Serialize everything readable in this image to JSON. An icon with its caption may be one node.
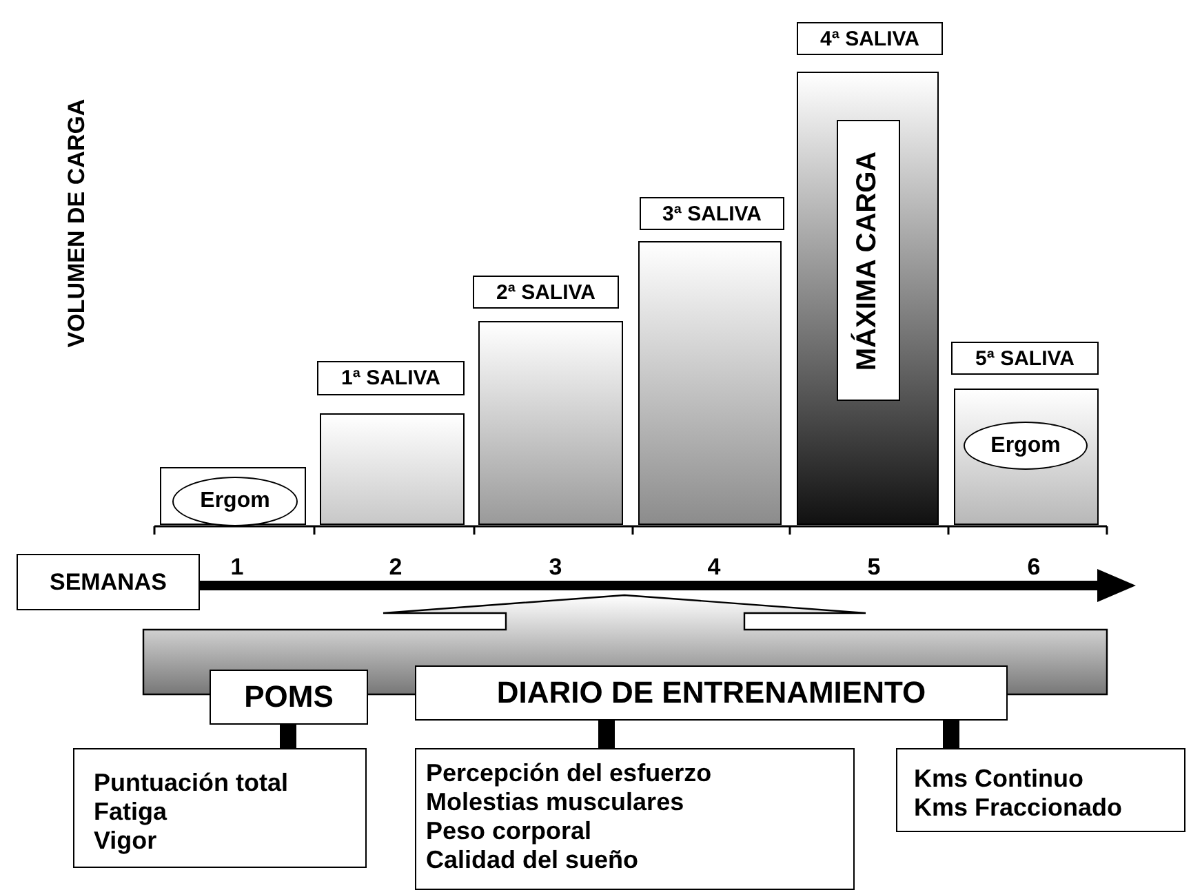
{
  "diagram": {
    "nodes": [
      {
        "text": [],
        "shape": "bar"
      },
      {
        "text": [
          "Ergom"
        ],
        "in": 0
      },
      {
        "text": [
          "1ª SALIVA"
        ]
      },
      {
        "text": [],
        "shape": "bar"
      },
      {
        "text": [
          "2ª SALIVA"
        ]
      },
      {
        "text": [],
        "shape": "bar"
      },
      {
        "text": [
          "3ª SALIVA"
        ]
      },
      {
        "text": [],
        "shape": "bar"
      },
      {
        "text": [
          "4ª SALIVA"
        ]
      },
      {
        "text": [],
        "shape": "bar"
      },
      {
        "text": [
          "MÁXIMA CARGA"
        ],
        "in": 9
      },
      {
        "text": [
          "5ª SALIVA"
        ]
      },
      {
        "text": [],
        "shape": "bar"
      },
      {
        "text": [
          "Ergom"
        ],
        "in": 12
      },
      {
        "text": [
          "SEMANAS"
        ]
      },
      {
        "text": [],
        "shape": "box"
      },
      {
        "text": [
          "POMS"
        ]
      },
      {
        "text": [
          "DIARIO DE ENTRENAMIENTO"
        ]
      },
      {
        "text": [
          "Puntuación total",
          "Fatiga",
          "Vigor"
        ]
      },
      {
        "text": [
          "Percepción del esfuerzo",
          "Molestias musculares",
          "Peso corporal",
          "Calidad del sueño"
        ]
      },
      {
        "text": [
          "Kms Continuo",
          "Kms Fraccionado"
        ]
      }
    ],
    "edges": [
      {
        "from": 16,
        "to": 18,
        "arrow": "none"
      },
      {
        "from": 17,
        "to": 19,
        "arrow": "none"
      },
      {
        "from": 17,
        "to": 20,
        "arrow": "none"
      }
    ],
    "labels": [
      "VOLUMEN DE CARGA",
      "1",
      "2",
      "3",
      "4",
      "5",
      "6"
    ]
  }
}
